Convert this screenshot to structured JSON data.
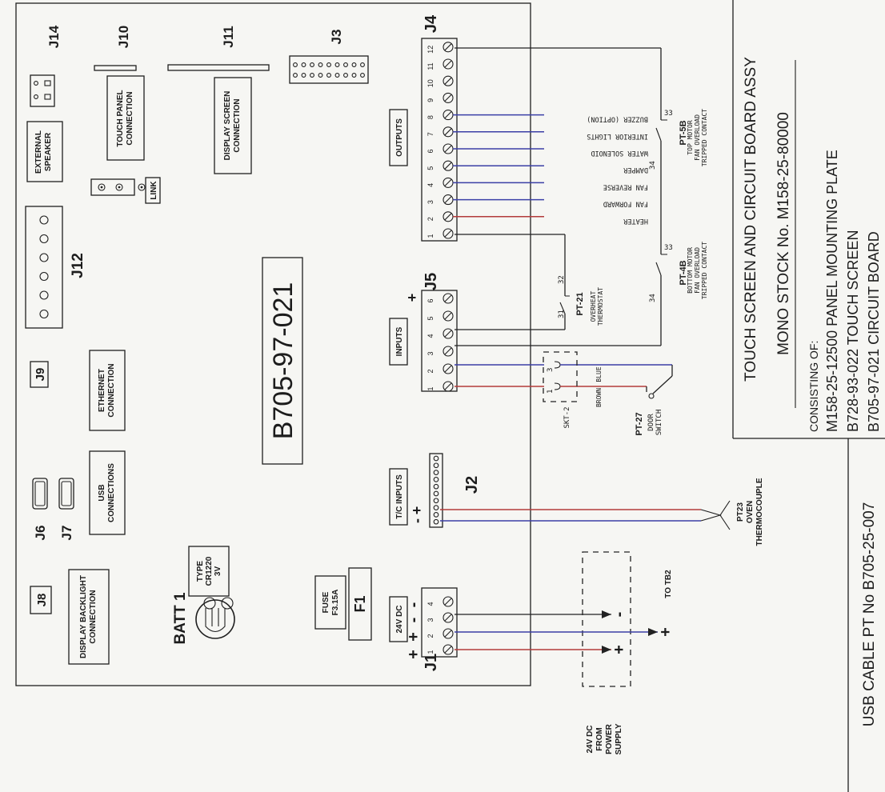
{
  "board": {
    "part_number": "B705-97-021"
  },
  "connectors": {
    "j1": "J1",
    "j2": "J2",
    "j3": "J3",
    "j4": "J4",
    "j5": "J5",
    "j6": "J6",
    "j7": "J7",
    "j8": "J8",
    "j9": "J9",
    "j10": "J10",
    "j11": "J11",
    "j12": "J12",
    "j14": "J14",
    "batt": "BATT 1",
    "f1": "F1"
  },
  "labels": {
    "external_speaker": [
      "EXTERNAL",
      "SPEAKER"
    ],
    "touch_panel": [
      "TOUCH PANEL",
      "CONNECTION"
    ],
    "display_screen": [
      "DISPLAY SCREEN",
      "CONNECTION"
    ],
    "link": "LINK",
    "ethernet": [
      "ETHERNET",
      "CONNECTION"
    ],
    "usb": [
      "USB",
      "CONNECTIONS"
    ],
    "display_backlight": [
      "DISPLAY BACKLIGHT",
      "CONNECTION"
    ],
    "batt_type": [
      "TYPE",
      "CR1220",
      "3V"
    ],
    "fuse": [
      "FUSE",
      "F3.15A"
    ],
    "outputs": "OUTPUTS",
    "inputs": "INPUTS",
    "tc_inputs": "T/C INPUTS",
    "v24": "24V DC",
    "j4_pins": [
      "1",
      "2",
      "3",
      "4",
      "5",
      "6",
      "7",
      "8",
      "9",
      "10",
      "11",
      "12"
    ],
    "j5_pins": [
      "1",
      "2",
      "3",
      "4",
      "5",
      "6"
    ],
    "j1_pins": [
      "1",
      "2",
      "3",
      "4"
    ],
    "plus": "+",
    "minus": "-"
  },
  "outputs_list": [
    "HEATER",
    "FAN FORWARD",
    "FAN REVERSE",
    "DAMPER",
    "WATER SOLENOID",
    "INTERIOR LIGHTS",
    "BUZZER (OPTION)"
  ],
  "devices": {
    "pt5b": {
      "id": "PT-5B",
      "lines": [
        "TOP MOTOR",
        "FAN OVERLOAD",
        "TRIPPED CONTACT"
      ],
      "c1": "33",
      "c2": "34"
    },
    "pt4b": {
      "id": "PT-4B",
      "lines": [
        "BOTTOM MOTOR",
        "FAN OVERLOAD",
        "TRIPPED CONTACT"
      ],
      "c1": "33",
      "c2": "34"
    },
    "pt21": {
      "id": "PT-21",
      "lines": [
        "OVERHEAT",
        "THERMOSTAT"
      ],
      "c1": "31",
      "c2": "32"
    },
    "skt2": {
      "id": "SKT-2",
      "p1": "1",
      "p3": "3"
    },
    "pt27": {
      "id": "PT-27",
      "lines": [
        "DOOR",
        "SWITCH"
      ]
    },
    "wire_blue": "BLUE",
    "wire_brown": "BROWN",
    "pt23": [
      "PT23",
      "OVEN",
      "THERMOCOUPLE"
    ],
    "to_tb2": "TO TB2",
    "supply": [
      "24V DC",
      "FROM",
      "POWER",
      "SUPPLY"
    ]
  },
  "title_block": {
    "title": "TOUCH SCREEN AND CIRCUIT BOARD ASSY",
    "stock": "MONO STOCK No. M158-25-80000",
    "consisting": "CONSISTING OF:",
    "items": [
      "M158-25-12500 PANEL MOUNTING PLATE",
      "B728-93-022 TOUCH SCREEN",
      "B705-97-021 CIRCUIT BOARD"
    ],
    "usb_cable": "USB CABLE  PT No B705-25-007"
  }
}
